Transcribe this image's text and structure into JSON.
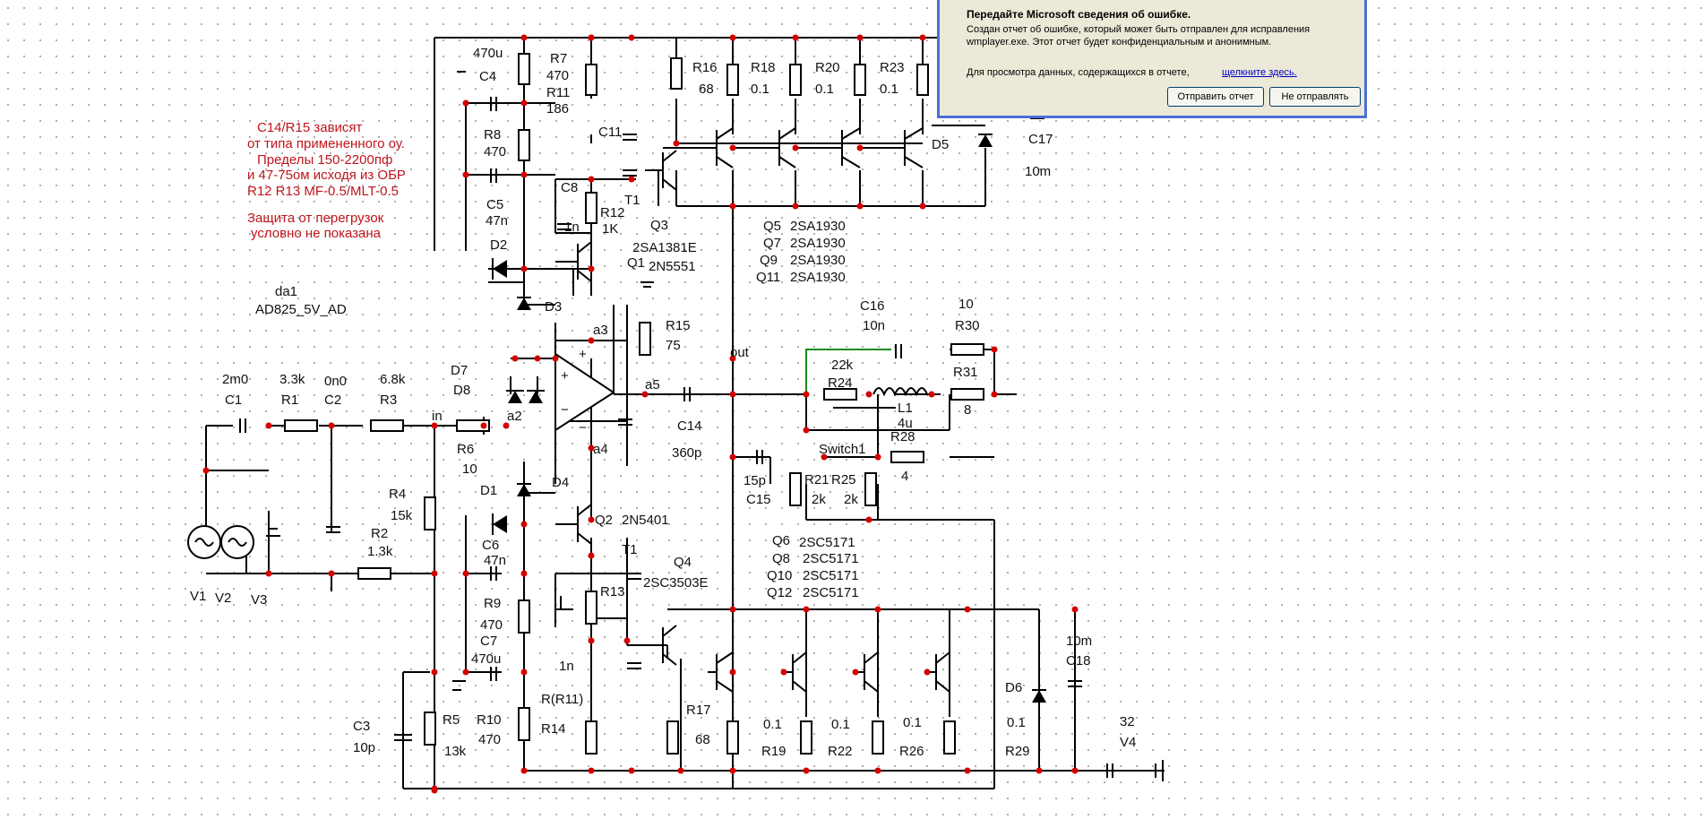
{
  "dialog": {
    "title": "Передайте Microsoft сведения об ошибке.",
    "description": "Создан отчет об ошибке, который может быть отправлен для исправления wmplayer.exe. Этот отчет будет конфиденциальным и анонимным.",
    "details_text": "Для просмотра данных, содержащихся в отчете,",
    "details_link": "щелкните здесь.",
    "send_button": "Отправить отчет",
    "dont_send_button": "Не отправлять"
  },
  "notes": {
    "line1": "C14/R15 зависят",
    "line2": "от типа примененного оу.",
    "line3": "Пределы 150-2200пф",
    "line4": "и 47-75ом исходя из ОБР",
    "line5": "R12 R13 MF-0.5/MLT-0.5",
    "line6": "Защита от перегрузок",
    "line7": "условно не показана"
  },
  "opamp": {
    "name": "da1",
    "model": "AD825_5V_AD"
  },
  "labels": {
    "C4_val": "470u",
    "C4": "C4",
    "R7": "R7",
    "R7_val": "470",
    "R11": "R11",
    "R11_val": "186",
    "R8": "R8",
    "R8_val": "470",
    "C5": "C5",
    "C5_val": "47n",
    "D2": "D2",
    "D3": "D3",
    "C11": "C11",
    "C8": "C8",
    "C8_val": "1n",
    "R12": "R12",
    "R12_val": "1K",
    "T1": "T1",
    "Q3": "Q3",
    "Q3_model": "2SA1381E",
    "Q1": "Q1",
    "Q1_model": "2N5551",
    "R16": "R16",
    "R16_val": "68",
    "R18": "R18",
    "R18_val": "0.1",
    "R20": "R20",
    "R20_val": "0.1",
    "R23": "R23",
    "R23_val": "0.1",
    "D5": "D5",
    "C17": "C17",
    "C17_val": "10m",
    "Q5": "Q5",
    "Q5_model": "2SA1930",
    "Q7": "Q7",
    "Q7_model": "2SA1930",
    "Q9": "Q9",
    "Q9_model": "2SA1930",
    "Q11": "Q11",
    "Q11_model": "2SA1930",
    "R15": "R15",
    "R15_val": "75",
    "out": "out",
    "a3": "a3",
    "a5": "a5",
    "a4": "a4",
    "a2": "a2",
    "in": "in",
    "C16": "C16",
    "C16_val": "10n",
    "R30_val": "10",
    "R30": "R30",
    "R24_val": "22k",
    "R24": "R24",
    "L1": "L1",
    "L1_val": "4u",
    "R31": "R31",
    "R31_val": "8",
    "R28": "R28",
    "R28_val": "4",
    "Switch1": "Switch1",
    "C14": "C14",
    "C14_val": "360p",
    "C15_val": "15p",
    "C15": "C15",
    "R21": "R21",
    "R21_val": "2k",
    "R25": "R25",
    "R25_val": "2k",
    "D7": "D7",
    "D8": "D8",
    "C1_val": "2m0",
    "C1": "C1",
    "R1_val": "3.3k",
    "R1": "R1",
    "C2_val": "0n0",
    "C2": "C2",
    "R3_val": "6.8k",
    "R3": "R3",
    "R6": "R6",
    "R6_val": "10",
    "R4": "R4",
    "R4_val": "15k",
    "R2": "R2",
    "R2_val": "1.3k",
    "V1": "V1",
    "V2": "V2",
    "V3": "V3",
    "D1": "D1",
    "D4": "D4",
    "Q2": "Q2",
    "Q2_model": "2N5401",
    "C6": "C6",
    "C6_val": "47n",
    "T1b": "T1",
    "Q4": "Q4",
    "Q4_model": "2SC3503E",
    "R13": "R13",
    "R9": "R9",
    "R9_val": "470",
    "C7": "C7",
    "C7_val": "470u",
    "C8b_val": "1n",
    "R_R11": "R(R11)",
    "R14": "R14",
    "R10": "R10",
    "R10_val": "470",
    "C3": "C3",
    "C3_val": "10p",
    "R5": "R5",
    "R5_val": "13k",
    "R17": "R17",
    "R17_val": "68",
    "R19": "R19",
    "R19_val": "0.1",
    "R22": "R22",
    "R22_val": "0.1",
    "R26": "R26",
    "R26_val": "0.1",
    "R29": "R29",
    "R29_val": "0.1",
    "Q6": "Q6",
    "Q6_model": "2SC5171",
    "Q8": "Q8",
    "Q8_model": "2SC5171",
    "Q10": "Q10",
    "Q10_model": "2SC5171",
    "Q12": "Q12",
    "Q12_model": "2SC5171",
    "D6": "D6",
    "C18": "C18",
    "C18_val": "10m",
    "V4": "V4",
    "V4_val": "32"
  }
}
